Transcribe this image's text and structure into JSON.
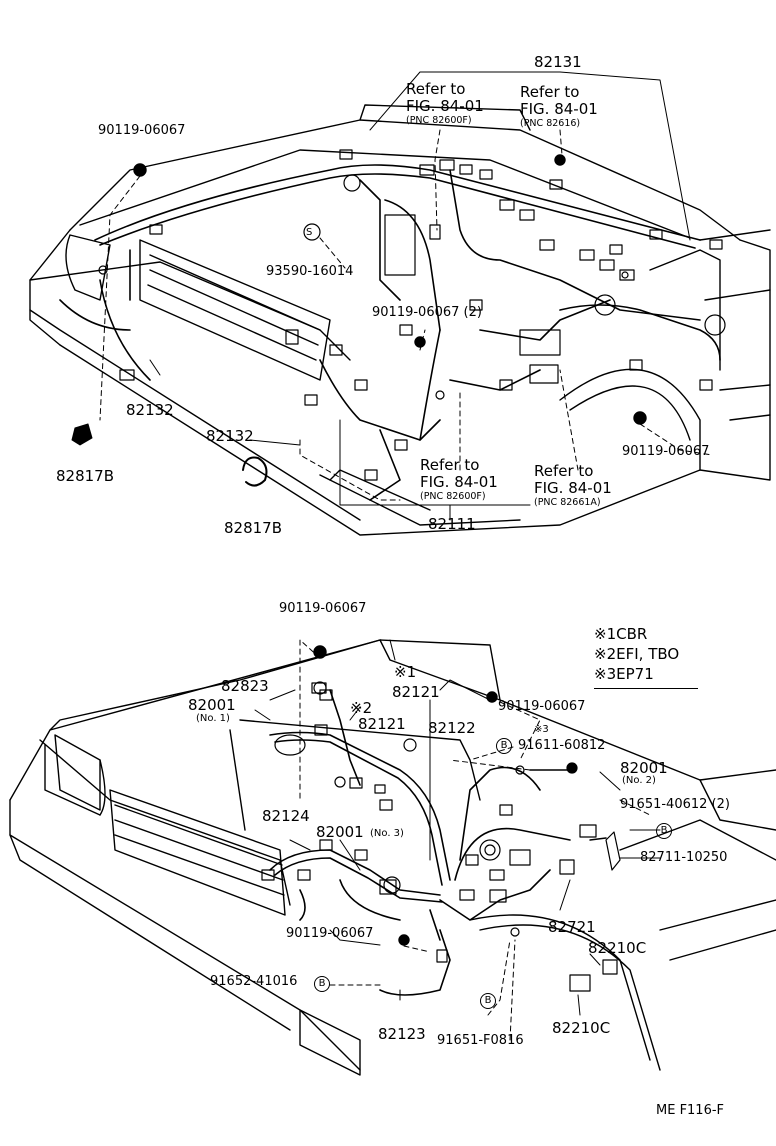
{
  "upper": {
    "parts": {
      "p82131": "82131",
      "p90119_tl": "90119-06067",
      "p93590": "93590-16014",
      "p90119_2": "90119-06067 (2)",
      "p82132_a": "82132",
      "p82132_b": "82132",
      "p82817b_a": "82817B",
      "p82817b_b": "82817B",
      "p90119_r": "90119-06067",
      "p82111": "82111"
    },
    "callouts": [
      {
        "line1": "Refer to",
        "line2": "FIG. 84-01",
        "line3": "(PNC 82600F)"
      },
      {
        "line1": "Refer to",
        "line2": "FIG. 84-01",
        "line3": "(PNC 82616)"
      },
      {
        "line1": "Refer to",
        "line2": "FIG. 84-01",
        "line3": "(PNC 82600F)"
      },
      {
        "line1": "Refer to",
        "line2": "FIG. 84-01",
        "line3": "(PNC 82661A)"
      }
    ],
    "symbol_s": "S"
  },
  "lower": {
    "parts": {
      "p90119_top": "90119-06067",
      "p82823": "82823",
      "p82001_1": "82001",
      "no1": "(No. 1)",
      "mark1": "※1",
      "p82121_a": "82121",
      "mark2": "※2",
      "p82121_b": "82121",
      "p82122": "82122",
      "p90119_mid": "90119-06067",
      "mark3": "※3",
      "p91611": "91611-60812",
      "p82001_2": "82001",
      "no2": "(No. 2)",
      "p82124": "82124",
      "p82001_3": "82001",
      "no3": "(No. 3)",
      "p91651_40612": "91651-40612 (2)",
      "p82711": "82711-10250",
      "p82721": "82721",
      "p90119_bot": "90119-06067",
      "p82210c_a": "82210C",
      "p91652": "91652-41016",
      "p82123": "82123",
      "p91651_f0816": "91651-F0816",
      "p82210c_b": "82210C"
    },
    "symbol_b": "B"
  },
  "legend": [
    {
      "mark": "※1",
      "text": "CBR"
    },
    {
      "mark": "※2",
      "text": "EFI, TBO"
    },
    {
      "mark": "※3",
      "text": "EP71"
    }
  ],
  "footer_code": "ME  F116-F"
}
